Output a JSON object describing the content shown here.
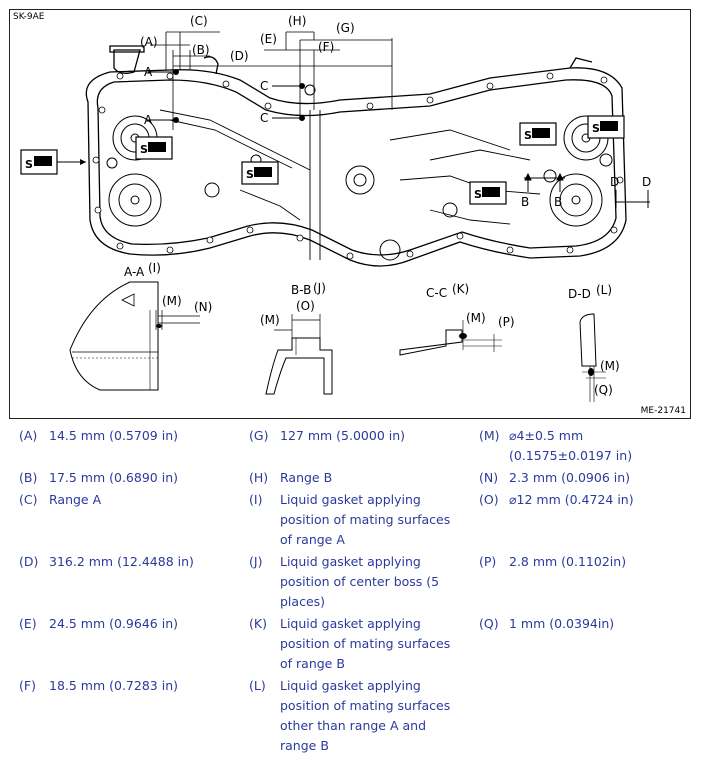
{
  "figure": {
    "code_top": "SK-9AE",
    "code_bottom": "ME-21741",
    "callouts": {
      "A": "(A)",
      "B": "(B)",
      "C": "(C)",
      "D": "(D)",
      "E": "(E)",
      "F": "(F)",
      "G": "(G)",
      "H": "(H)",
      "I": "(I)",
      "J": "(J)",
      "K": "(K)",
      "L": "(L)",
      "M": "(M)",
      "N": "(N)",
      "O": "(O)",
      "P": "(P)",
      "Q": "(Q)"
    },
    "points": {
      "A": "A",
      "B": "B",
      "C": "C",
      "D": "D"
    },
    "sections": {
      "AA": "A-A",
      "BB": "B-B",
      "CC": "C-C",
      "DD": "D-D"
    }
  },
  "legend": [
    {
      "key": "(A)",
      "text": "14.5 mm (0.5709 in)"
    },
    {
      "key": "(B)",
      "text": "17.5 mm (0.6890 in)"
    },
    {
      "key": "(C)",
      "text": "Range A"
    },
    {
      "key": "(D)",
      "text": "316.2 mm (12.4488 in)"
    },
    {
      "key": "(E)",
      "text": "24.5 mm (0.9646 in)"
    },
    {
      "key": "(F)",
      "text": "18.5 mm (0.7283 in)"
    },
    {
      "key": "(G)",
      "text": "127 mm (5.0000 in)"
    },
    {
      "key": "(H)",
      "text": "Range B"
    },
    {
      "key": "(I)",
      "lines": [
        "Liquid gasket applying",
        "position of mating surfaces",
        "of range A"
      ]
    },
    {
      "key": "(J)",
      "lines": [
        "Liquid gasket applying",
        "position of center boss (5",
        "places)"
      ]
    },
    {
      "key": "(K)",
      "lines": [
        "Liquid gasket applying",
        "position of mating surfaces",
        "of range B"
      ]
    },
    {
      "key": "(L)",
      "lines": [
        "Liquid gasket applying",
        "position of mating surfaces",
        "other than range A and",
        "range B"
      ]
    },
    {
      "key": "(M)",
      "lines": [
        "⌀4±0.5 mm",
        "(0.1575±0.0197 in)"
      ]
    },
    {
      "key": "(N)",
      "text": "2.3 mm (0.0906 in)"
    },
    {
      "key": "(O)",
      "text": "⌀12 mm (0.4724 in)"
    },
    {
      "key": "(P)",
      "text": "2.8 mm (0.1102in)"
    },
    {
      "key": "(Q)",
      "text": "1 mm (0.0394in)"
    }
  ]
}
